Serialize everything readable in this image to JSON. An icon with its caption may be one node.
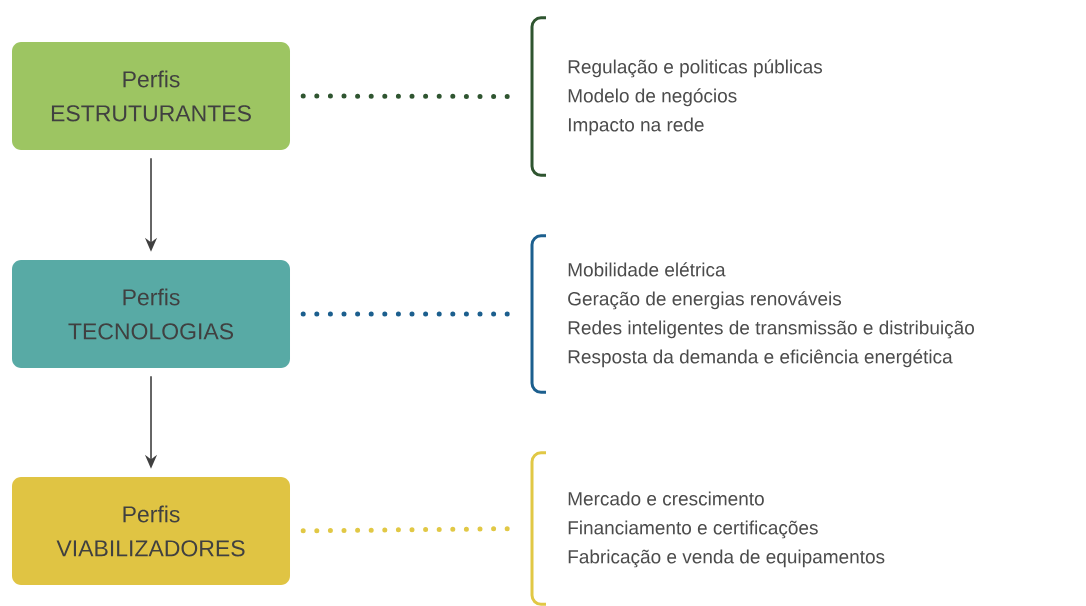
{
  "diagram": {
    "nodes": [
      {
        "text": [
          "Perfis",
          "ESTRUTURANTES"
        ]
      },
      {
        "text": [
          "Regulação e politicas públicas",
          "Modelo de negócios",
          "Impacto na rede"
        ]
      },
      {
        "text": [
          "Perfis",
          "TECNOLOGIAS"
        ]
      },
      {
        "text": [
          "Mobilidade elétrica",
          "Geração de energias renováveis",
          "Redes inteligentes de transmissão e distribuição",
          "Resposta da demanda e eficiência energética"
        ]
      },
      {
        "text": [
          "Perfis",
          "VIABILIZADORES"
        ]
      },
      {
        "text": [
          "Mercado e crescimento",
          "Financiamento e certificações",
          "Fabricação e venda de equipamentos"
        ]
      }
    ],
    "edges": [
      {
        "from": 0,
        "to": 1,
        "arrow": "none",
        "style": "dashed",
        "color": "#2f5530"
      },
      {
        "from": 2,
        "to": 3,
        "arrow": "none",
        "style": "dashed",
        "color": "#1c5f8e"
      },
      {
        "from": 4,
        "to": 5,
        "arrow": "none",
        "style": "dashed",
        "color": "#e1c845"
      },
      {
        "from": 0,
        "to": 2,
        "arrow": "to"
      },
      {
        "from": 2,
        "to": 4,
        "arrow": "to"
      }
    ]
  }
}
